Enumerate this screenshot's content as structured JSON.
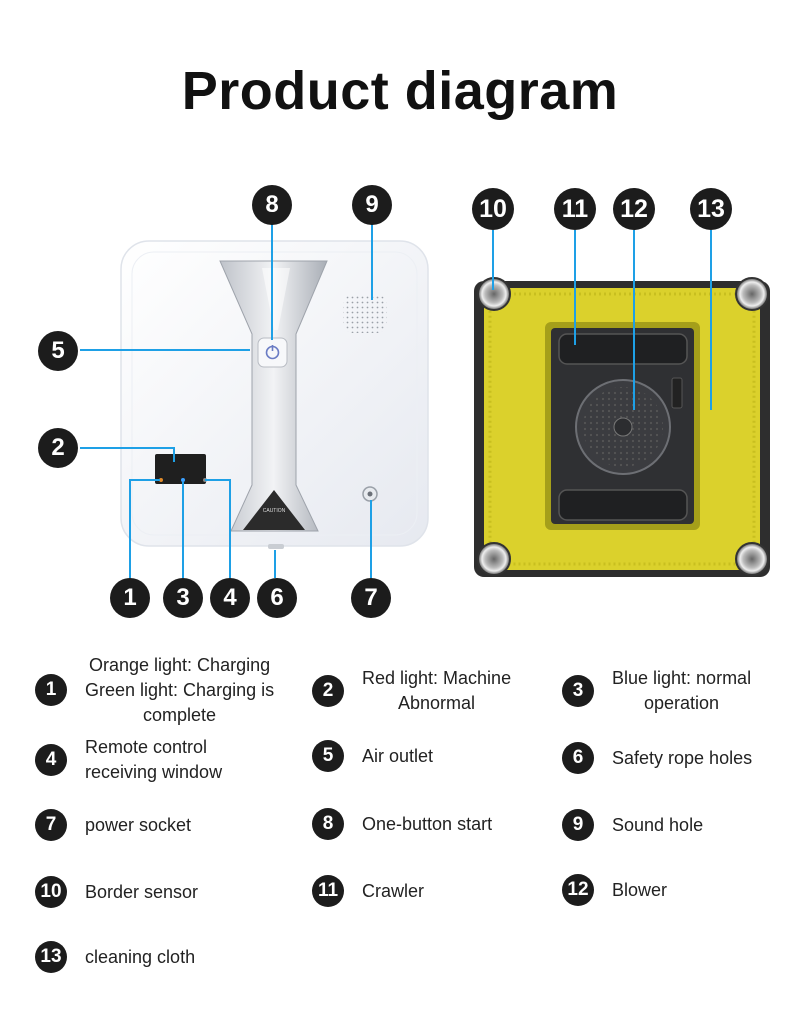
{
  "title": "Product diagram",
  "callouts": [
    "1",
    "2",
    "3",
    "4",
    "5",
    "6",
    "7",
    "8",
    "9",
    "10",
    "11",
    "12",
    "13"
  ],
  "device_labels": {
    "caution": "CAUTION"
  },
  "legend": [
    {
      "num": "1",
      "text": "Orange light: Charging\nGreen light: Charging is\ncomplete"
    },
    {
      "num": "2",
      "text": "Red light: Machine\nAbnormal"
    },
    {
      "num": "3",
      "text": "Blue light: normal\noperation"
    },
    {
      "num": "4",
      "text": "Remote control\nreceiving window"
    },
    {
      "num": "5",
      "text": "Air outlet"
    },
    {
      "num": "6",
      "text": "Safety rope holes"
    },
    {
      "num": "7",
      "text": "power socket"
    },
    {
      "num": "8",
      "text": "One-button start"
    },
    {
      "num": "9",
      "text": "Sound hole"
    },
    {
      "num": "10",
      "text": "Border sensor"
    },
    {
      "num": "11",
      "text": "Crawler"
    },
    {
      "num": "12",
      "text": "Blower"
    },
    {
      "num": "13",
      "text": "cleaning cloth"
    }
  ],
  "colors": {
    "leader_line": "#1ea0e6",
    "badge": "#1c1c1c",
    "cloth": "#d9cf2a",
    "device_body": "#f4f6fa"
  }
}
